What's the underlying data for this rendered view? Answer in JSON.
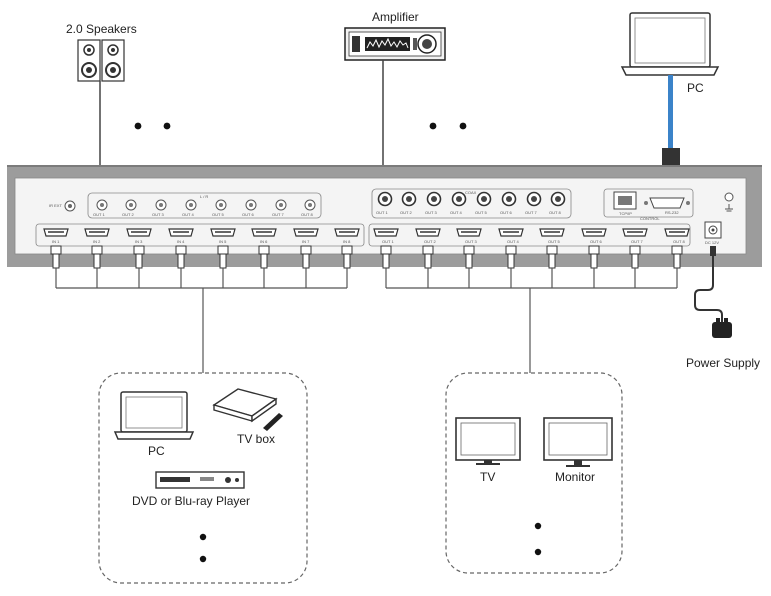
{
  "labels": {
    "speakers": "2.0 Speakers",
    "amplifier": "Amplifier",
    "pc_top": "PC",
    "power_supply": "Power Supply",
    "pc_source": "PC",
    "tv_box": "TV box",
    "dvd_player": "DVD or Blu-ray Player",
    "tv": "TV",
    "monitor": "Monitor"
  },
  "panel": {
    "ir_ext": "IR EXT",
    "lr_group": "L / R",
    "lr_outputs": [
      "OUT 1",
      "OUT 2",
      "OUT 3",
      "OUT 4",
      "OUT 5",
      "OUT 6",
      "OUT 7",
      "OUT 8"
    ],
    "coax_group": "COAX",
    "coax_outputs": [
      "OUT 1",
      "OUT 2",
      "OUT 3",
      "OUT 4",
      "OUT 5",
      "OUT 6",
      "OUT 7",
      "OUT 8"
    ],
    "tcpip": "TCP/IP",
    "rs232": "RS-232",
    "control": "CONTROL",
    "dc_in": "DC 12V",
    "hdmi_inputs": [
      "IN 1",
      "IN 2",
      "IN 3",
      "IN 4",
      "IN 5",
      "IN 6",
      "IN 7",
      "IN 8"
    ],
    "hdmi_outputs": [
      "OUT 1",
      "OUT 2",
      "OUT 3",
      "OUT 4",
      "OUT 5",
      "OUT 6",
      "OUT 7",
      "OUT 8"
    ]
  },
  "colors": {
    "chassis": "#9c9c9c",
    "panel": "#f4f4f4",
    "rs232_cable": "#3b83c9",
    "line": "#555555"
  }
}
